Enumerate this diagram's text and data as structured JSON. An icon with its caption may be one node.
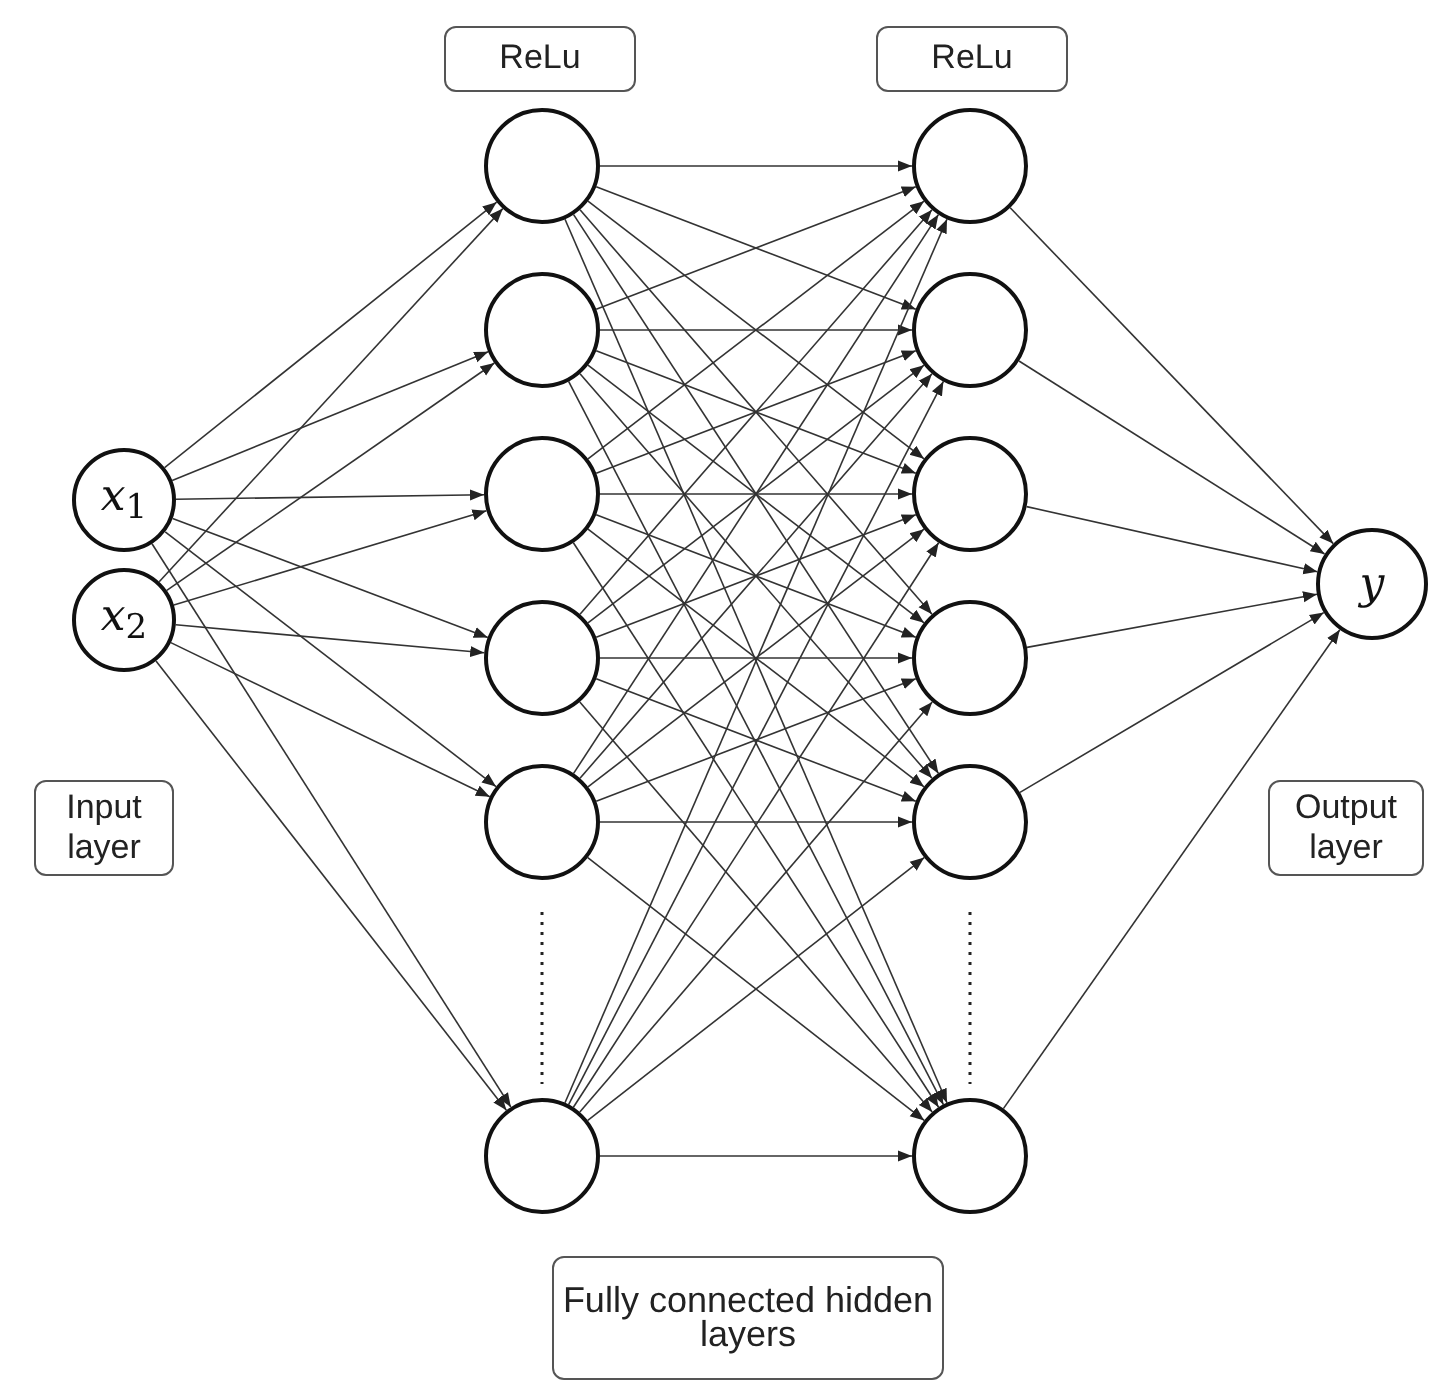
{
  "diagram": {
    "nodes": [
      {
        "text": [
          "x$_{1}$"
        ]
      },
      {
        "text": [
          "x$_{2}$"
        ]
      },
      {
        "text": [
          "Input layer"
        ]
      },
      {
        "text": [
          "ReLu"
        ]
      },
      {
        "text": [],
        "shape": "circle"
      },
      {
        "text": [],
        "shape": "circle"
      },
      {
        "text": [],
        "shape": "circle"
      },
      {
        "text": [],
        "shape": "circle"
      },
      {
        "text": [],
        "shape": "circle"
      },
      {
        "text": [],
        "shape": "circle"
      },
      {
        "text": [
          "ReLu"
        ]
      },
      {
        "text": [],
        "shape": "circle"
      },
      {
        "text": [],
        "shape": "circle"
      },
      {
        "text": [],
        "shape": "circle"
      },
      {
        "text": [],
        "shape": "circle"
      },
      {
        "text": [],
        "shape": "circle"
      },
      {
        "text": [],
        "shape": "circle"
      },
      {
        "text": [
          "y"
        ]
      },
      {
        "text": [
          "Output layer"
        ]
      },
      {
        "text": [
          "Fully connected hidden layers"
        ]
      }
    ],
    "edges": [
      {
        "from": 0,
        "to": 4,
        "arrow": "to"
      },
      {
        "from": 0,
        "to": 5,
        "arrow": "to"
      },
      {
        "from": 0,
        "to": 6,
        "arrow": "to"
      },
      {
        "from": 0,
        "to": 7,
        "arrow": "to"
      },
      {
        "from": 0,
        "to": 8,
        "arrow": "to"
      },
      {
        "from": 0,
        "to": 9,
        "arrow": "to"
      },
      {
        "from": 1,
        "to": 4,
        "arrow": "to"
      },
      {
        "from": 1,
        "to": 5,
        "arrow": "to"
      },
      {
        "from": 1,
        "to": 6,
        "arrow": "to"
      },
      {
        "from": 1,
        "to": 7,
        "arrow": "to"
      },
      {
        "from": 1,
        "to": 8,
        "arrow": "to"
      },
      {
        "from": 1,
        "to": 9,
        "arrow": "to"
      },
      {
        "from": 4,
        "to": 11,
        "arrow": "to"
      },
      {
        "from": 4,
        "to": 12,
        "arrow": "to"
      },
      {
        "from": 4,
        "to": 13,
        "arrow": "to"
      },
      {
        "from": 4,
        "to": 14,
        "arrow": "to"
      },
      {
        "from": 4,
        "to": 15,
        "arrow": "to"
      },
      {
        "from": 4,
        "to": 16,
        "arrow": "to"
      },
      {
        "from": 5,
        "to": 11,
        "arrow": "to"
      },
      {
        "from": 5,
        "to": 12,
        "arrow": "to"
      },
      {
        "from": 5,
        "to": 13,
        "arrow": "to"
      },
      {
        "from": 5,
        "to": 14,
        "arrow": "to"
      },
      {
        "from": 5,
        "to": 15,
        "arrow": "to"
      },
      {
        "from": 5,
        "to": 16,
        "arrow": "to"
      },
      {
        "from": 6,
        "to": 11,
        "arrow": "to"
      },
      {
        "from": 6,
        "to": 12,
        "arrow": "to"
      },
      {
        "from": 6,
        "to": 13,
        "arrow": "to"
      },
      {
        "from": 6,
        "to": 14,
        "arrow": "to"
      },
      {
        "from": 6,
        "to": 15,
        "arrow": "to"
      },
      {
        "from": 6,
        "to": 16,
        "arrow": "to"
      },
      {
        "from": 7,
        "to": 11,
        "arrow": "to"
      },
      {
        "from": 7,
        "to": 12,
        "arrow": "to"
      },
      {
        "from": 7,
        "to": 13,
        "arrow": "to"
      },
      {
        "from": 7,
        "to": 14,
        "arrow": "to"
      },
      {
        "from": 7,
        "to": 15,
        "arrow": "to"
      },
      {
        "from": 7,
        "to": 16,
        "arrow": "to"
      },
      {
        "from": 8,
        "to": 11,
        "arrow": "to"
      },
      {
        "from": 8,
        "to": 12,
        "arrow": "to"
      },
      {
        "from": 8,
        "to": 13,
        "arrow": "to"
      },
      {
        "from": 8,
        "to": 14,
        "arrow": "to"
      },
      {
        "from": 8,
        "to": 15,
        "arrow": "to"
      },
      {
        "from": 8,
        "to": 16,
        "arrow": "to"
      },
      {
        "from": 9,
        "to": 11,
        "arrow": "to"
      },
      {
        "from": 9,
        "to": 12,
        "arrow": "to"
      },
      {
        "from": 9,
        "to": 13,
        "arrow": "to"
      },
      {
        "from": 9,
        "to": 14,
        "arrow": "to"
      },
      {
        "from": 9,
        "to": 15,
        "arrow": "to"
      },
      {
        "from": 9,
        "to": 16,
        "arrow": "to"
      },
      {
        "from": 11,
        "to": 17,
        "arrow": "to"
      },
      {
        "from": 12,
        "to": 17,
        "arrow": "to"
      },
      {
        "from": 13,
        "to": 17,
        "arrow": "to"
      },
      {
        "from": 14,
        "to": 17,
        "arrow": "to"
      },
      {
        "from": 15,
        "to": 17,
        "arrow": "to"
      },
      {
        "from": 16,
        "to": 17,
        "arrow": "to"
      }
    ]
  }
}
